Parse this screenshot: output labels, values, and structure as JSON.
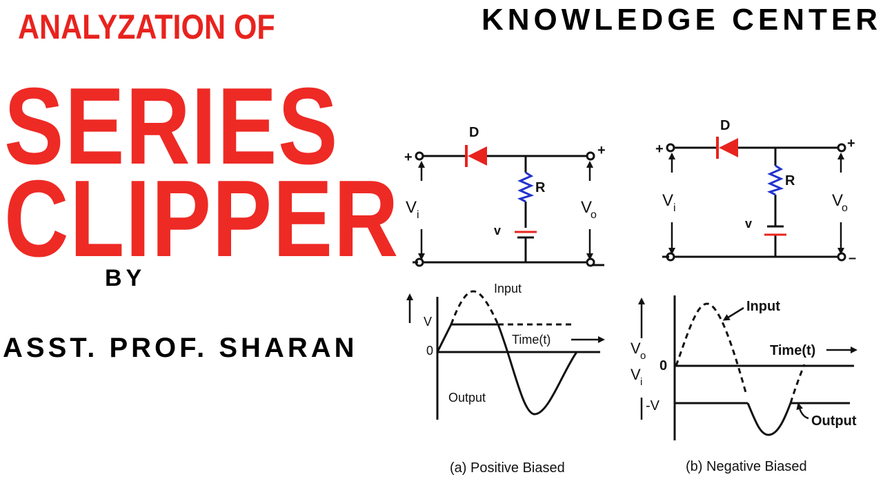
{
  "header": {
    "heading": "ANALYZATION OF",
    "channel": "KNOWLEDGE CENTER"
  },
  "title": {
    "line1": "SERIES",
    "line2": "CLIPPER"
  },
  "credit": {
    "by": "BY",
    "author": "ASST. PROF. SHARAN"
  },
  "diagram_a": {
    "diode_label": "D",
    "resistor_label": "R",
    "battery_label": "v",
    "input_voltage_main": "V",
    "input_voltage_sub": "i",
    "output_voltage_main": "V",
    "output_voltage_sub": "o",
    "plus": "+",
    "minus": "–",
    "graph_input_label": "Input",
    "graph_output_label": "Output",
    "graph_v_label": "V",
    "graph_zero_label": "0",
    "graph_time_label": "Time(t)",
    "caption": "(a) Positive Biased"
  },
  "diagram_b": {
    "diode_label": "D",
    "resistor_label": "R",
    "battery_label": "v",
    "input_voltage_main": "V",
    "input_voltage_sub": "i",
    "output_voltage_main": "V",
    "output_voltage_sub": "o",
    "plus": "+",
    "minus": "–",
    "graph_input_label": "Input",
    "graph_output_label": "Output",
    "graph_vo_main": "V",
    "graph_vo_sub": "o",
    "graph_vi_main": "V",
    "graph_vi_sub": "i",
    "graph_zero_label": "0",
    "graph_negv_label": "-V",
    "graph_time_label": "Time(t)",
    "caption": "(b) Negative Biased"
  },
  "colors": {
    "title_red": "#ee2a25",
    "diode_red": "#e8231e",
    "resistor_blue": "#2233cc"
  }
}
